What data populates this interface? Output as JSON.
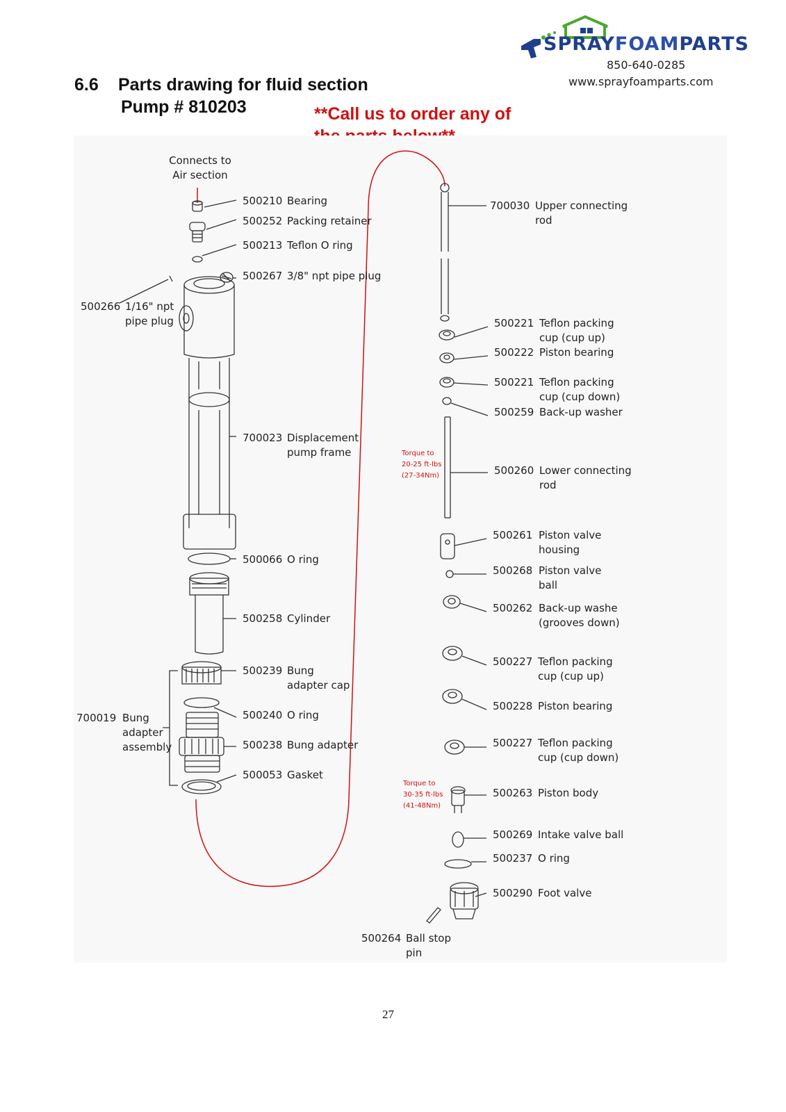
{
  "logo": {
    "text_a": "SPRAY",
    "text_b": "FOAM",
    "text_c": "PARTS",
    "icon": "house-spray-gun-logo"
  },
  "contact": {
    "phone": "850-640-0285",
    "website": "www.sprayfoamparts.com"
  },
  "section": {
    "number": "6.6",
    "title": "Parts drawing for fluid section",
    "subtitle": "Pump # 810203"
  },
  "callout": {
    "line1": "**Call us to order any of",
    "line2": "the parts below**"
  },
  "air_note": {
    "line1": "Connects to",
    "line2": "Air section"
  },
  "torque": [
    {
      "line1": "Torque to",
      "line2": "20-25 ft-lbs",
      "line3": "(27-34Nm)"
    },
    {
      "line1": "Torque to",
      "line2": "30-35 ft-lbs",
      "line3": "(41-48Nm)"
    }
  ],
  "left_parts": [
    {
      "num": "500210",
      "l1": "Bearing",
      "l2": ""
    },
    {
      "num": "500252",
      "l1": "Packing retainer",
      "l2": ""
    },
    {
      "num": "500213",
      "l1": "Teflon O ring",
      "l2": ""
    },
    {
      "num": "500267",
      "l1": "3/8\" npt pipe plug",
      "l2": ""
    },
    {
      "num": "700023",
      "l1": "Displacement",
      "l2": "pump frame"
    },
    {
      "num": "500066",
      "l1": "O ring",
      "l2": ""
    },
    {
      "num": "500258",
      "l1": "Cylinder",
      "l2": ""
    },
    {
      "num": "500239",
      "l1": "Bung",
      "l2": "adapter cap"
    },
    {
      "num": "500240",
      "l1": "O ring",
      "l2": ""
    },
    {
      "num": "500238",
      "l1": "Bung adapter",
      "l2": ""
    },
    {
      "num": "500053",
      "l1": "Gasket",
      "l2": ""
    }
  ],
  "side_parts": [
    {
      "num": "500266",
      "l1": "1/16\" npt",
      "l2": "pipe plug"
    },
    {
      "num": "700019",
      "l1": "Bung",
      "l2": "adapter",
      "l3": "assembly"
    }
  ],
  "right_parts": [
    {
      "num": "700030",
      "l1": "Upper connecting",
      "l2": "rod"
    },
    {
      "num": "500221",
      "l1": "Teflon packing",
      "l2": "cup (cup up)"
    },
    {
      "num": "500222",
      "l1": "Piston bearing",
      "l2": ""
    },
    {
      "num": "500221",
      "l1": "Teflon packing",
      "l2": "cup (cup down)"
    },
    {
      "num": "500259",
      "l1": "Back-up washer",
      "l2": ""
    },
    {
      "num": "500260",
      "l1": "Lower connecting",
      "l2": "rod"
    },
    {
      "num": "500261",
      "l1": "Piston valve",
      "l2": "housing"
    },
    {
      "num": "500268",
      "l1": "Piston valve",
      "l2": "ball"
    },
    {
      "num": "500262",
      "l1": "Back-up washe",
      "l2": "(grooves down)"
    },
    {
      "num": "500227",
      "l1": "Teflon packing",
      "l2": "cup (cup up)"
    },
    {
      "num": "500228",
      "l1": "Piston bearing",
      "l2": ""
    },
    {
      "num": "500227",
      "l1": "Teflon packing",
      "l2": "cup (cup down)"
    },
    {
      "num": "500263",
      "l1": "Piston body",
      "l2": ""
    },
    {
      "num": "500269",
      "l1": "Intake valve ball",
      "l2": ""
    },
    {
      "num": "500237",
      "l1": "O ring",
      "l2": ""
    },
    {
      "num": "500290",
      "l1": "Foot valve",
      "l2": ""
    }
  ],
  "bottom_part": {
    "num": "500264",
    "l1": "Ball stop",
    "l2": "pin"
  },
  "page_number": "27",
  "colors": {
    "accent_red": "#d01010",
    "logo_blue": "#1f3f8c",
    "logo_green": "#4aa830",
    "line": "#333333"
  }
}
